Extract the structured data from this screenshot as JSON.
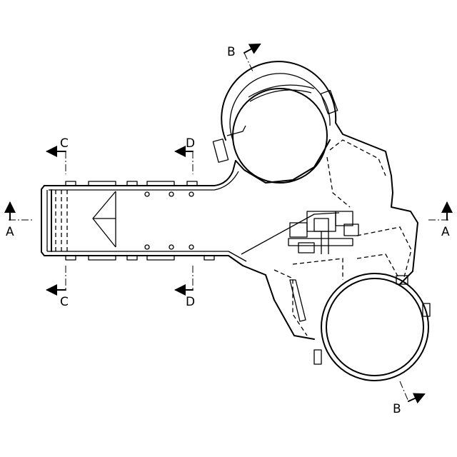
{
  "section_labels": {
    "a_left": "A",
    "a_right": "A",
    "b_top": "B",
    "b_bottom": "B",
    "c_top": "C",
    "c_bottom": "C",
    "d_top": "D",
    "d_bottom": "D"
  }
}
